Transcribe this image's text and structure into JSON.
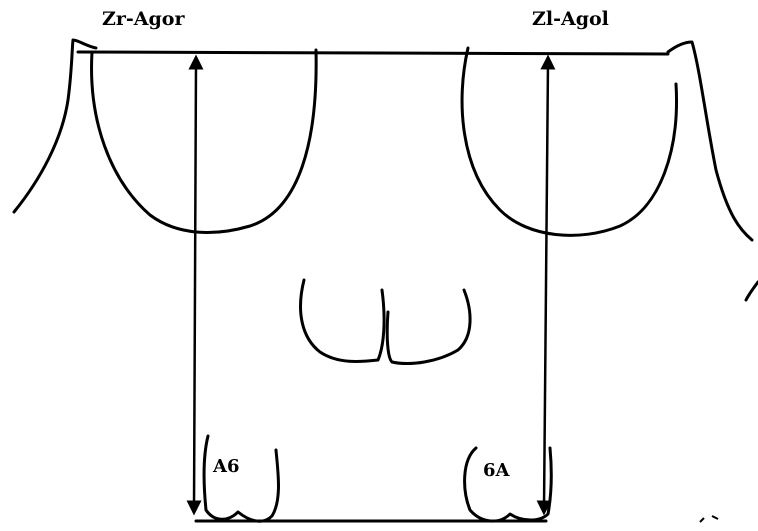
{
  "labels": {
    "left_top": "Zr-Agor",
    "right_top": "Zl-Agol",
    "left_bottom": "A6",
    "right_bottom": "6A"
  },
  "colors": {
    "stroke": "#000000",
    "background": "#ffffff"
  }
}
